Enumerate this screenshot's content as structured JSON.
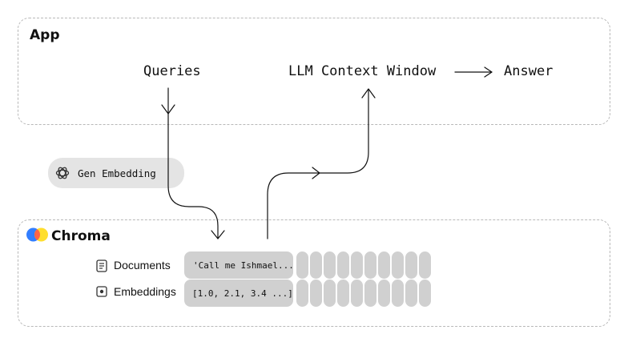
{
  "app": {
    "title": "App"
  },
  "nodes": {
    "queries": "Queries",
    "llm_context": "LLM Context Window",
    "answer": "Answer"
  },
  "gen_embedding": {
    "label": "Gen Embedding",
    "icon": "openai-icon"
  },
  "chroma": {
    "title": "Chroma",
    "logo_colors": [
      "#327eff",
      "#ffde2d",
      "#ff6446"
    ],
    "rows": [
      {
        "label": "Documents",
        "icon": "document-icon",
        "value": "'Call me Ishmael..."
      },
      {
        "label": "Embeddings",
        "icon": "embedding-icon",
        "value": "[1.0, 2.1, 3.4 ...]"
      }
    ]
  },
  "colors": {
    "cell": "#d0d0d0",
    "pill": "#e4e4e4",
    "border": "#b8b8b8"
  }
}
